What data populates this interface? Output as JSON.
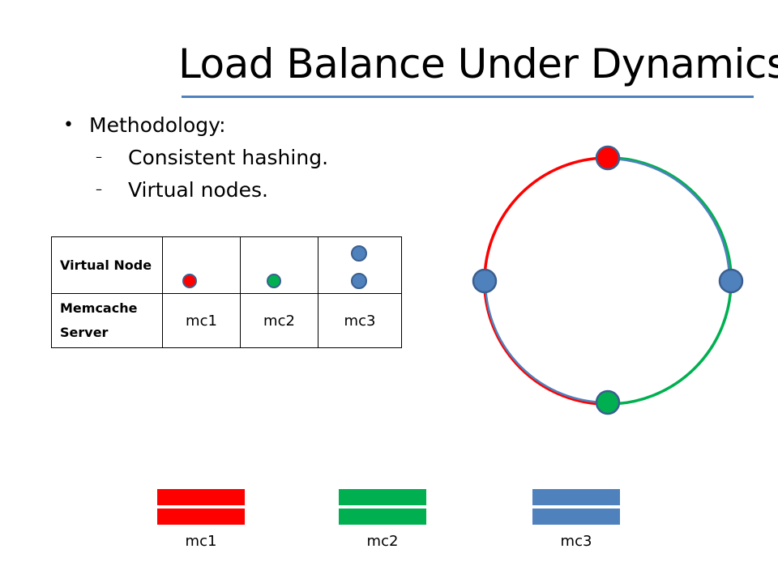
{
  "slide": {
    "title": "Load Balance Under Dynamics",
    "bullet": "Methodology:",
    "sub_bullets": [
      "Consistent hashing.",
      "Virtual nodes."
    ]
  },
  "table": {
    "row_headers": [
      "Virtual Node",
      "Memcache Server"
    ],
    "servers": [
      "mc1",
      "mc2",
      "mc3"
    ]
  },
  "legend": [
    {
      "label": "mc1",
      "color": "#ff0000"
    },
    {
      "label": "mc2",
      "color": "#00b050"
    },
    {
      "label": "mc3",
      "color": "#4f81bd"
    }
  ],
  "colors": {
    "mc1": "#ff0000",
    "mc2": "#00b050",
    "mc3": "#4f81bd",
    "rule": "#4f81bd"
  }
}
